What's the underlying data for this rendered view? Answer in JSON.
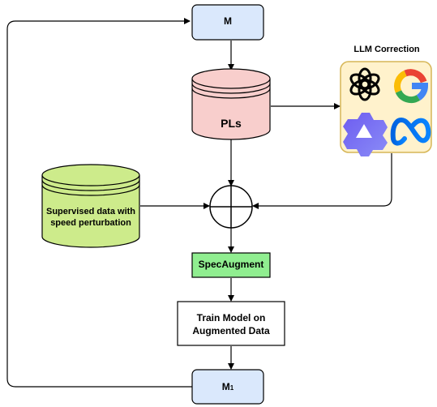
{
  "nodes": {
    "m_top": {
      "label": "M"
    },
    "m_bottom": {
      "label": "M",
      "subscript": "1"
    },
    "pls": {
      "label": "PLs"
    },
    "supervised": {
      "label": "Supervised data with speed perturbation"
    },
    "specaugment": {
      "label": "SpecAugment"
    },
    "train": {
      "label": "Train Model on Augmented Data"
    },
    "combine": {
      "symbol": "⊕"
    }
  },
  "llm_panel": {
    "title": "LLM Correction",
    "logos": [
      "openai-icon",
      "google-icon",
      "qwen-icon",
      "meta-icon"
    ]
  },
  "colors": {
    "m_box": "#dae8fc",
    "pls_db": "#f8cecc",
    "supervised_db": "#cdeb8b",
    "specaugment_box": "#90ee90",
    "llm_panel": "#fff2cc",
    "llm_border": "#d6b656"
  }
}
